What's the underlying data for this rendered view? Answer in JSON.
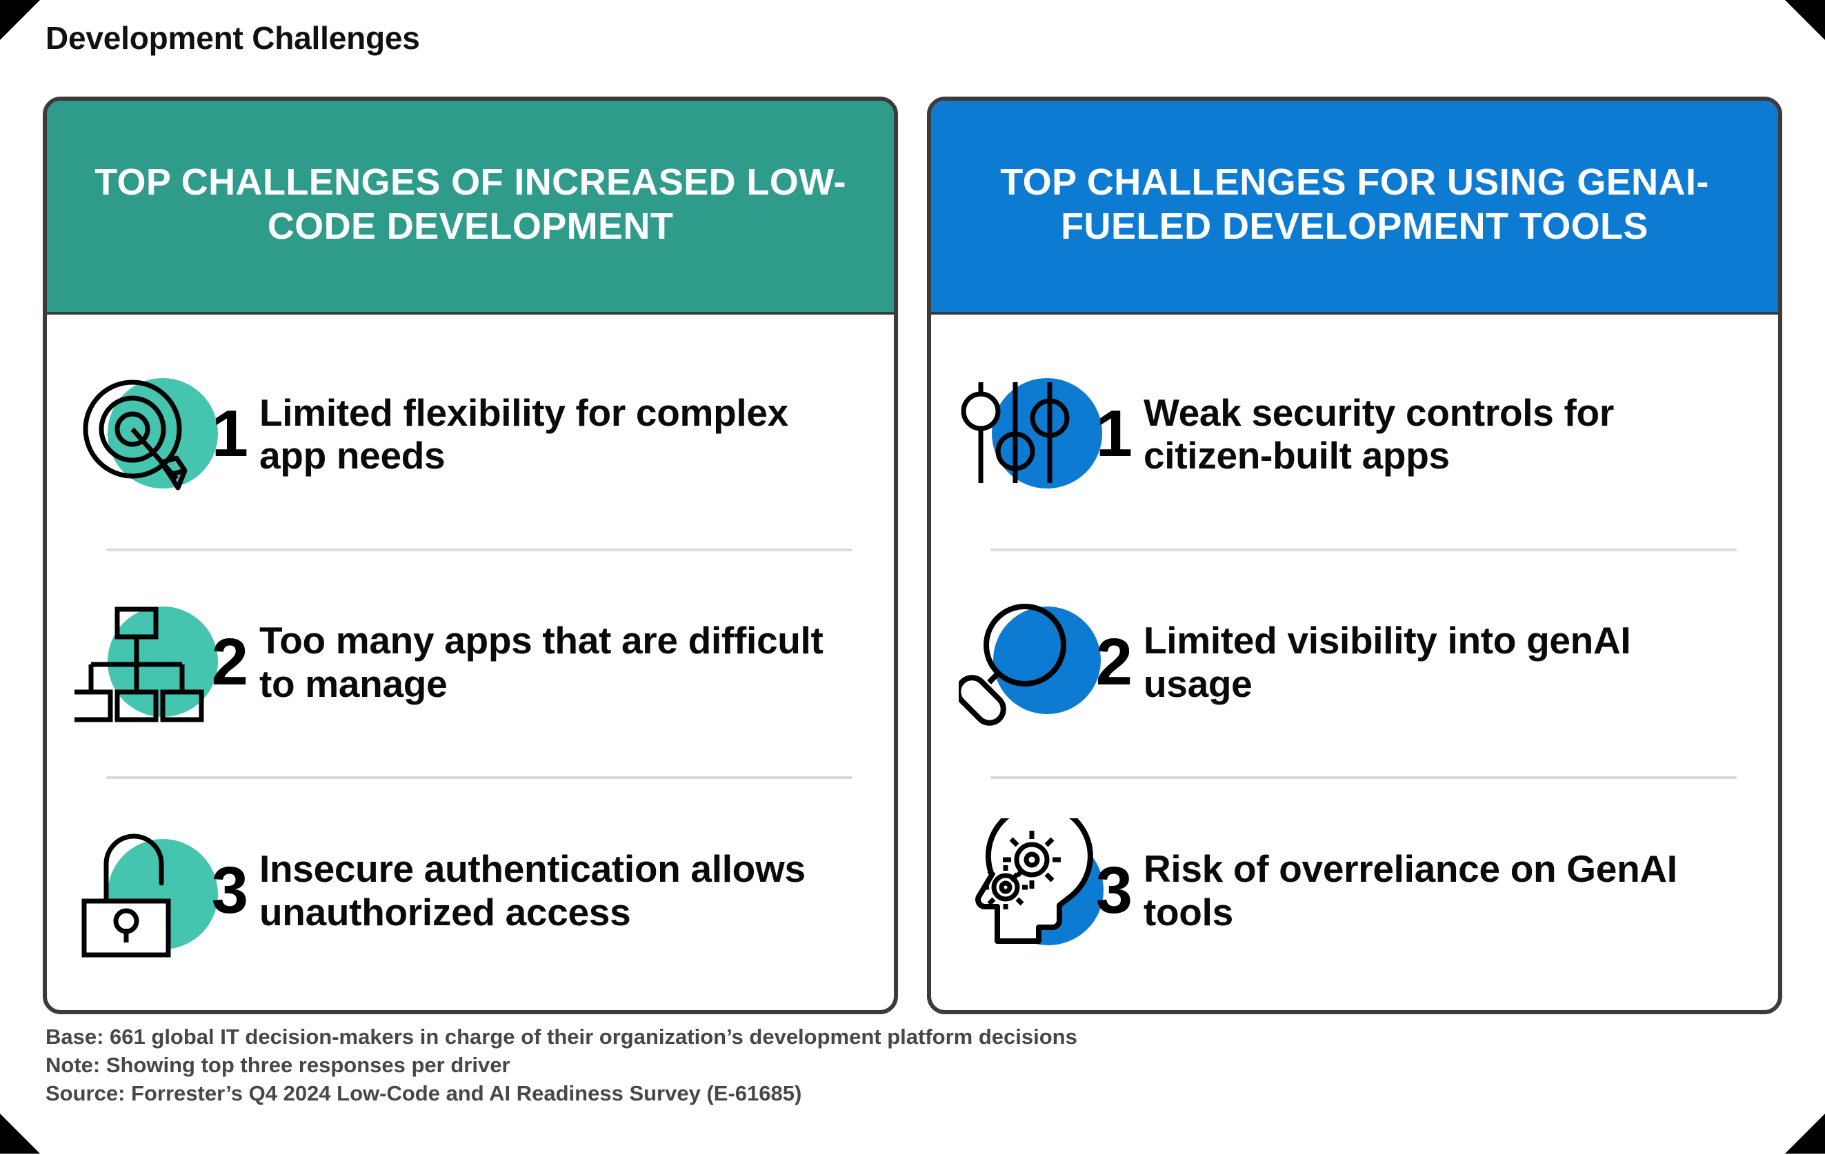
{
  "page": {
    "title": "Development Challenges",
    "background": "#ffffff"
  },
  "colors": {
    "teal_header": "#2e9b8b",
    "teal_circle": "#45c4b0",
    "blue_header": "#0c7bd1",
    "blue_circle": "#0c7bd1",
    "card_border": "#3b3b3b",
    "divider": "#dadada",
    "footnote_text": "#474747",
    "number_text": "#000000",
    "body_text": "#0a0a0a"
  },
  "cards": [
    {
      "id": "low-code",
      "header": "TOP CHALLENGES OF INCREASED LOW-CODE DEVELOPMENT",
      "header_color": "#2e9b8b",
      "circle_color": "#45c4b0",
      "items": [
        {
          "rank": "1",
          "icon": "target-arrow-icon",
          "text": "Limited flexibility for complex app needs"
        },
        {
          "rank": "2",
          "icon": "org-hierarchy-icon",
          "text": "Too many apps that are difficult to manage"
        },
        {
          "rank": "3",
          "icon": "open-padlock-icon",
          "text": "Insecure authentication allows unauthorized access"
        }
      ]
    },
    {
      "id": "genai",
      "header": "TOP CHALLENGES FOR USING GENAI-FUELED DEVELOPMENT TOOLS",
      "header_color": "#0c7bd1",
      "circle_color": "#0c7bd1",
      "items": [
        {
          "rank": "1",
          "icon": "sliders-icon",
          "text": "Weak security controls for citizen-built apps"
        },
        {
          "rank": "2",
          "icon": "magnifier-icon",
          "text": "Limited visibility into genAI usage"
        },
        {
          "rank": "3",
          "icon": "head-gears-icon",
          "text": "Risk of overreliance on GenAI tools"
        }
      ]
    }
  ],
  "footnotes": {
    "base": "Base: 661 global IT decision-makers in charge of their organization’s development platform decisions",
    "note": "Note: Showing top three responses per driver",
    "source": "Source: Forrester’s Q4 2024 Low-Code and AI Readiness Survey (E-61685)"
  }
}
